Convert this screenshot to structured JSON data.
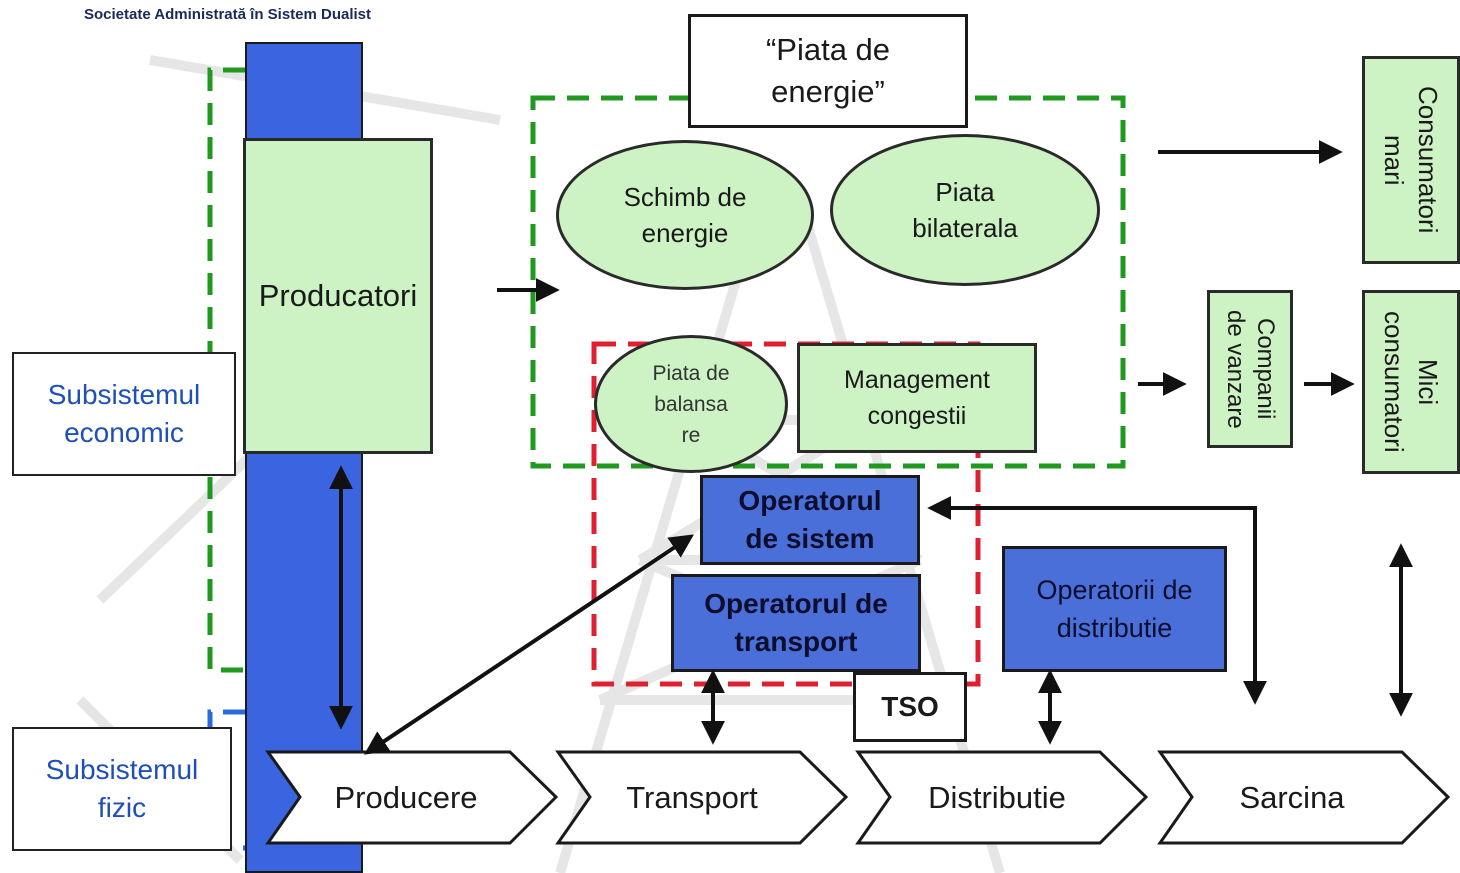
{
  "header": {
    "company_label": "Societate Administrată în Sistem Dualist"
  },
  "colors": {
    "bar_blue": "#3b64e0",
    "box_green": "#cdf2c4",
    "dash_green": "#1f9a1f",
    "dash_red": "#e02030",
    "dash_blue": "#2a6ae0",
    "label_blue": "#1f4fb8"
  },
  "market": {
    "title_line1": "“Piata de",
    "title_line2": "energie”",
    "schimb_line1": "Schimb de",
    "schimb_line2": "energie",
    "bilaterala_line1": "Piata",
    "bilaterala_line2": "bilaterala",
    "balansare_line1": "Piata de",
    "balansare_line2": "balansa",
    "balansare_line3": "re",
    "management_line1": "Management",
    "management_line2": "congestii"
  },
  "producatori": "Producatori",
  "subsystems": {
    "economic_line1": "Subsistemul",
    "economic_line2": "economic",
    "fizic_line1": "Subsistemul",
    "fizic_line2": "fizic"
  },
  "operators": {
    "sistem_line1": "Operatorul",
    "sistem_line2": "de sistem",
    "transport_line1": "Operatorul de",
    "transport_line2": "transport",
    "distributie_line1": "Operatorii de",
    "distributie_line2": "distributie",
    "tso": "TSO"
  },
  "consumers": {
    "mari_line1": "Consumatori",
    "mari_line2": "mari",
    "companii_line1": "Companii",
    "companii_line2": "de vanzare",
    "mici_line1": "Mici",
    "mici_line2": "consumatori"
  },
  "chain": [
    "Producere",
    "Transport",
    "Distributie",
    "Sarcina"
  ]
}
